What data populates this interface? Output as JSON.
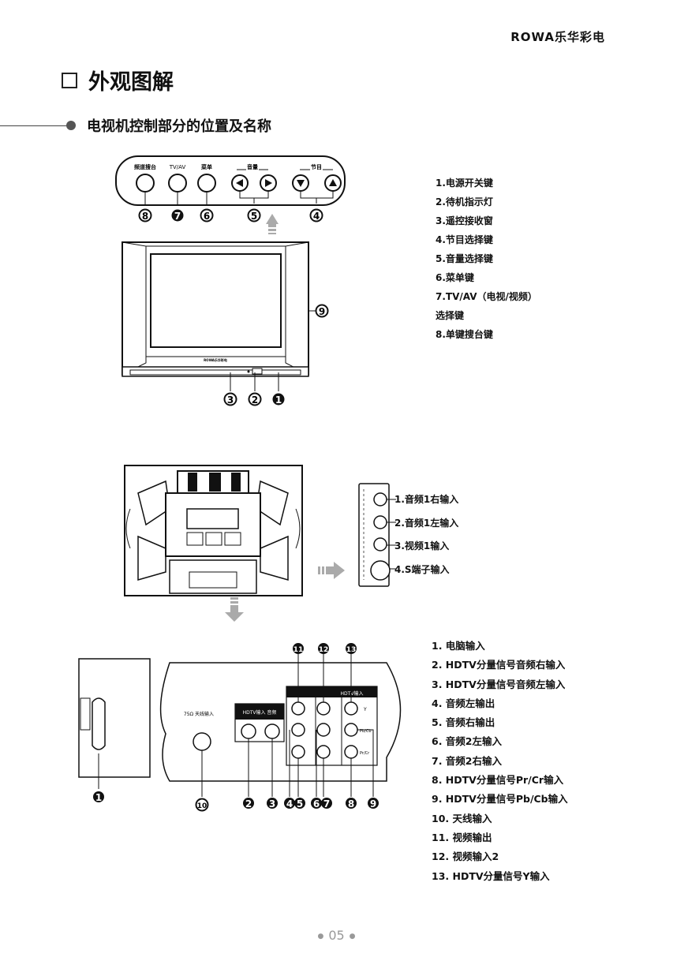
{
  "header": {
    "brand": "ROWA乐华彩电"
  },
  "section": {
    "title": "外观图解",
    "subtitle": "电视机控制部分的位置及名称"
  },
  "front_panel": {
    "button_labels": [
      "频道搜台",
      "TV/AV",
      "菜单",
      "音量",
      "节目"
    ],
    "callouts": [
      "8",
      "7",
      "6",
      "5",
      "4",
      "9",
      "3",
      "2",
      "1"
    ],
    "items": [
      "1.电源开关键",
      "2.待机指示灯",
      "3.遥控接收窗",
      "4.节目选择键",
      "5.音量选择键",
      "6.菜单键",
      "7.TV/AV（电视/视频）",
      "选择键",
      "8.单键搜台键"
    ]
  },
  "side_panel": {
    "items": [
      "1.音频1右输入",
      "2.音频1左输入",
      "3.视频1输入",
      "4.S端子输入"
    ]
  },
  "rear_panel": {
    "callouts": [
      "1",
      "10",
      "2",
      "3",
      "4",
      "5",
      "6",
      "7",
      "8",
      "9",
      "11",
      "12",
      "13"
    ],
    "labels": {
      "antenna": "75Ω 天线输入",
      "hdtv_audio": "HDTV输入 音频",
      "hdtv_video": "HDTV输入",
      "y": "Y",
      "pb": "Pb/Cb",
      "pr": "Pr/Cr"
    },
    "items": [
      "1. 电脑输入",
      "2. HDTV分量信号音频右输入",
      "3. HDTV分量信号音频左输入",
      "4. 音频左输出",
      "5. 音频右输出",
      "6. 音频2左输入",
      "7. 音频2右输入",
      "8. HDTV分量信号Pr/Cr输入",
      "9. HDTV分量信号Pb/Cb输入",
      "10. 天线输入",
      "11. 视频输出",
      "12. 视频输入2",
      "13. HDTV分量信号Y输入"
    ]
  },
  "footer": {
    "page_number": "05"
  }
}
